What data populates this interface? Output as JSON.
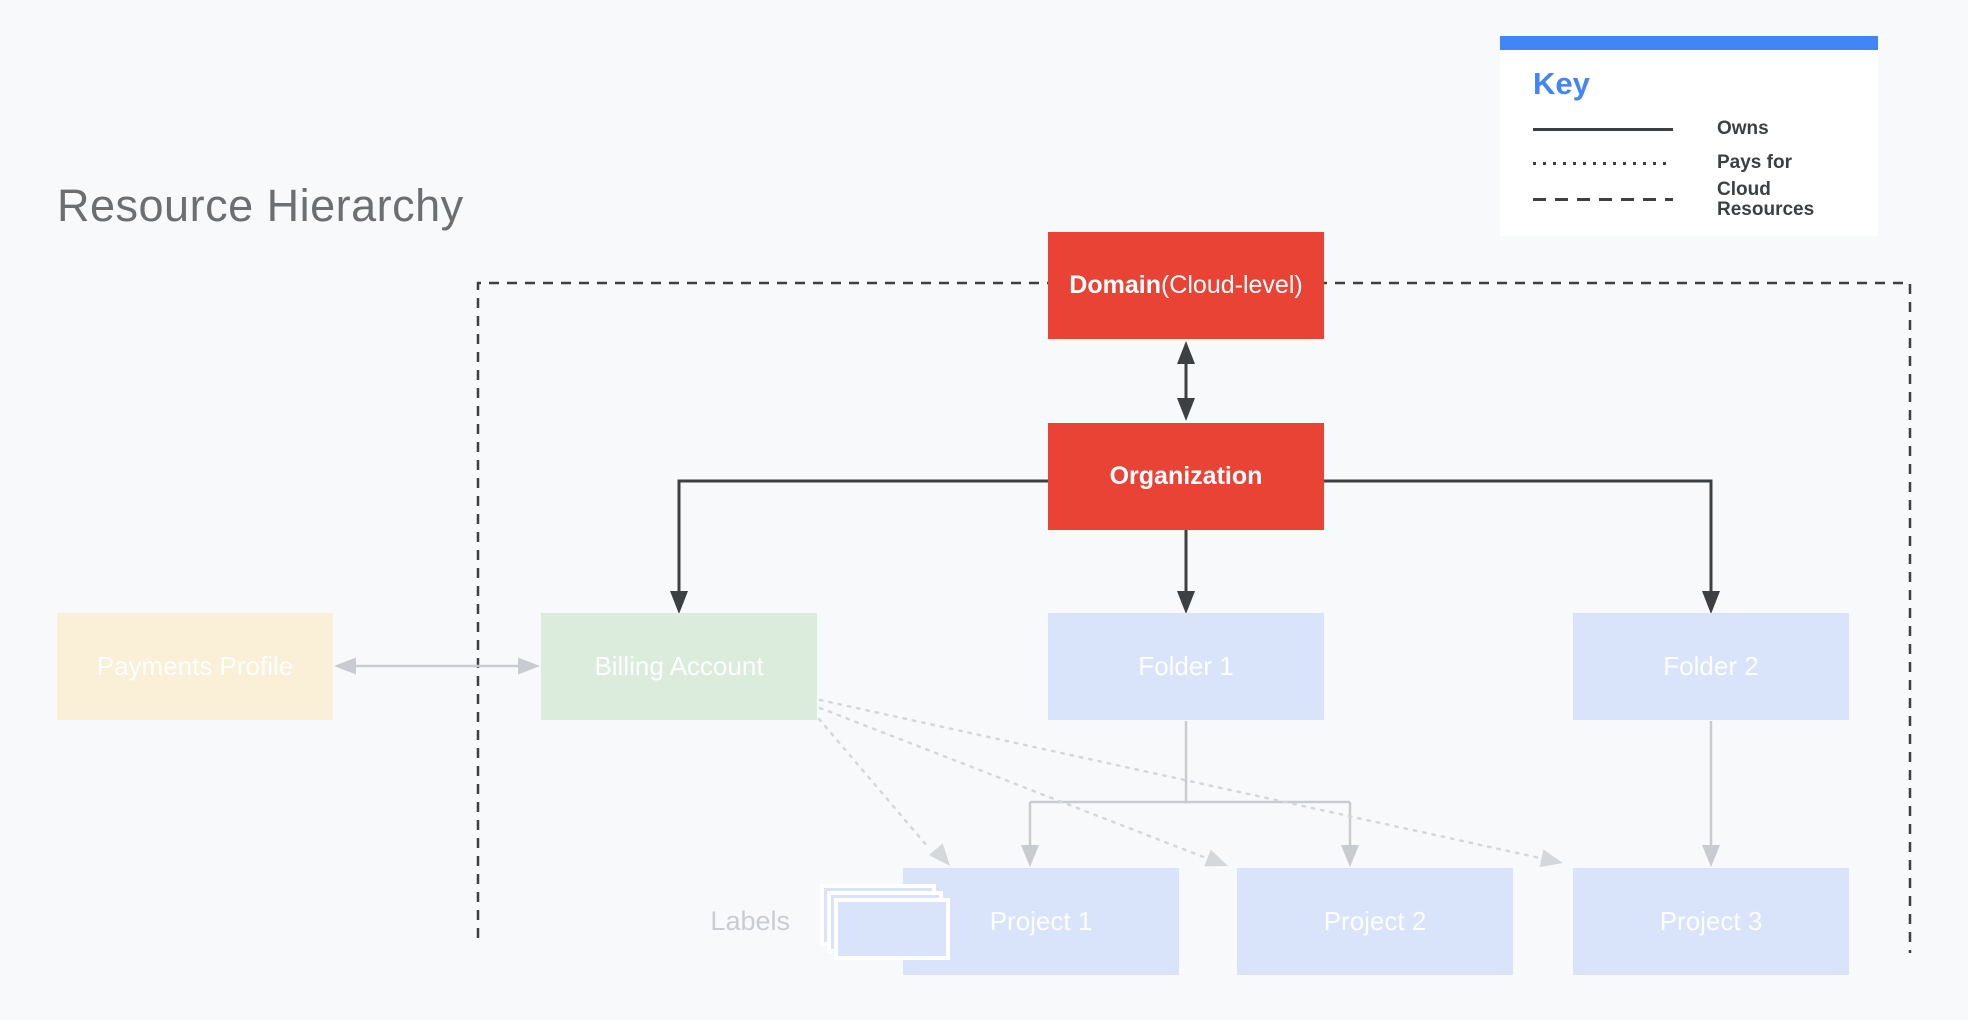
{
  "title": "Resource Hierarchy",
  "key": {
    "heading": "Key",
    "items": [
      {
        "style": "solid",
        "label": "Owns"
      },
      {
        "style": "dotted",
        "label": "Pays for"
      },
      {
        "style": "dashed",
        "label": "Cloud Resources"
      }
    ]
  },
  "nodes": {
    "domain": {
      "bold": "Domain",
      "rest": " (Cloud-level)"
    },
    "organization": {
      "label": "Organization"
    },
    "payments_profile": {
      "label": "Payments Profile"
    },
    "billing_account": {
      "label": "Billing Account"
    },
    "folder1": {
      "label": "Folder 1"
    },
    "folder2": {
      "label": "Folder 2"
    },
    "project1": {
      "label": "Project 1"
    },
    "project2": {
      "label": "Project 2"
    },
    "project3": {
      "label": "Project 3"
    }
  },
  "annotations": {
    "labels_caption": "Labels"
  },
  "colors": {
    "background": "#f8f9fa",
    "node_red": "#e94335",
    "node_cream": "#faf0d8",
    "node_green": "#dcecdc",
    "node_blue": "#d9e4fb",
    "key_accent_blue": "#4285f4",
    "dark_line": "#3c4043",
    "gray_line": "#c8cbcf",
    "dotted_line": "#d5d8db"
  }
}
